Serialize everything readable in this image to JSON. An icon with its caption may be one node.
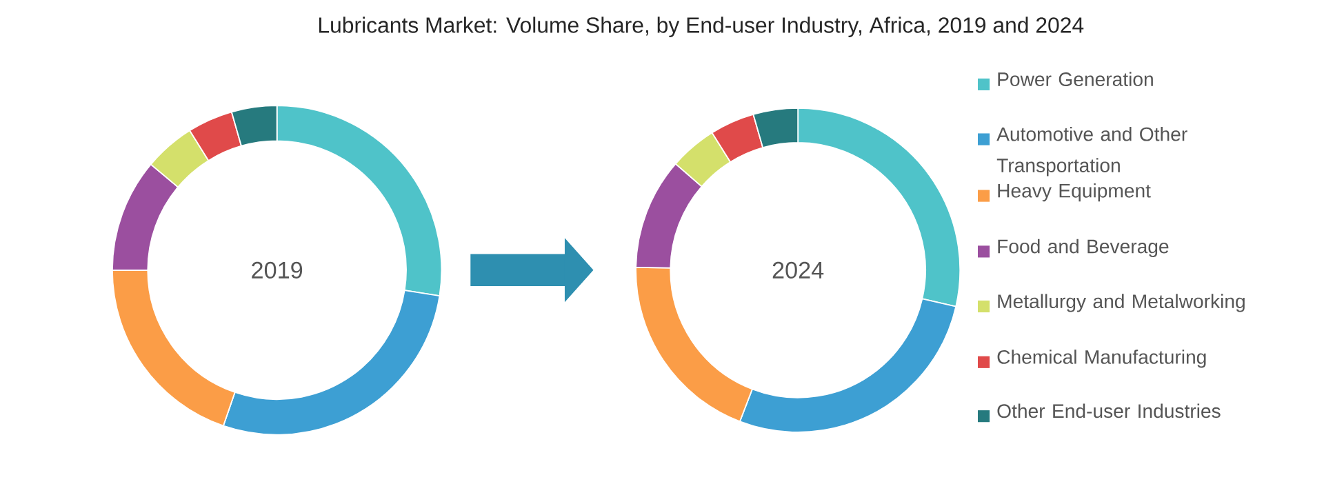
{
  "diagram": {
    "title": "Lubricants Market: Volume Share, by End-user Industry, Africa, 2019 and 2024",
    "nodes": [
      {
        "text": [
          "2019"
        ]
      },
      {
        "text": [
          "2024"
        ]
      }
    ],
    "edges": [
      {
        "from": 0,
        "to": 1,
        "arrow": "to"
      }
    ],
    "legend": [
      {
        "text": "Power Generation",
        "color": "#4fc3c9"
      },
      {
        "text": "Automotive and Other Transportation",
        "color": "#3d9fd3"
      },
      {
        "text": "Heavy Equipment",
        "color": "#fb9d47"
      },
      {
        "text": "Food and Beverage",
        "color": "#9b4f9f"
      },
      {
        "text": "Metallurgy and Metalworking",
        "color": "#d4e06b"
      },
      {
        "text": "Chemical Manufacturing",
        "color": "#e04a4a"
      },
      {
        "text": "Other End-user Industries",
        "color": "#267a7e"
      }
    ]
  }
}
